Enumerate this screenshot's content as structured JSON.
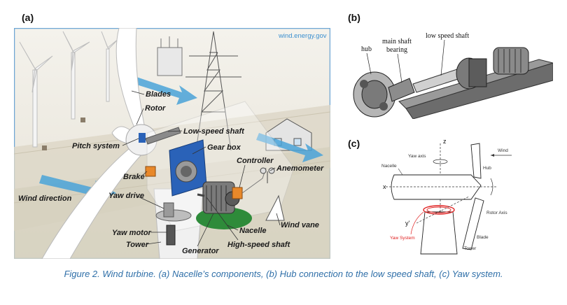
{
  "panels": {
    "a": {
      "label": "(a)",
      "source": "wind.energy.gov",
      "labels": {
        "blades": "Blades",
        "rotor": "Rotor",
        "low_speed_shaft": "Low-speed shaft",
        "pitch_system": "Pitch system",
        "gear_box": "Gear box",
        "controller": "Controller",
        "anemometer": "Anemometer",
        "brake": "Brake",
        "wind_direction": "Wind direction",
        "yaw_drive": "Yaw drive",
        "wind_vane": "Wind vane",
        "nacelle": "Nacelle",
        "yaw_motor": "Yaw motor",
        "tower": "Tower",
        "generator": "Generator",
        "high_speed_shaft": "High-speed shaft"
      }
    },
    "b": {
      "label": "(b)",
      "labels": {
        "hub": "hub",
        "main_shaft_bearing_1": "main shaft",
        "main_shaft_bearing_2": "bearing",
        "low_speed_shaft": "low speed shaft"
      }
    },
    "c": {
      "label": "(c)",
      "labels": {
        "z": "z",
        "yaw_axis": "Yaw axis",
        "wind": "Wind",
        "nacelle": "Nacelle",
        "hub": "Hub",
        "x": "x",
        "rotor_axis": "Rotor Axis",
        "y": "y'",
        "yaw_system": "Yaw System",
        "blade": "Blade",
        "tower": "Tower"
      }
    }
  },
  "caption": "Figure 2. Wind turbine. (a) Nacelle’s components, (b) Hub connection to the low speed shaft, (c) Yaw system.",
  "colors": {
    "caption": "#2f6fa8",
    "panel_a_border": "#6ea6d4",
    "wind_arrow": "#4aa3d8",
    "gearbox": "#2a62b8",
    "controller": "#e8882a",
    "generator_base": "#2e8b3a",
    "yaw_system": "#e02020"
  }
}
